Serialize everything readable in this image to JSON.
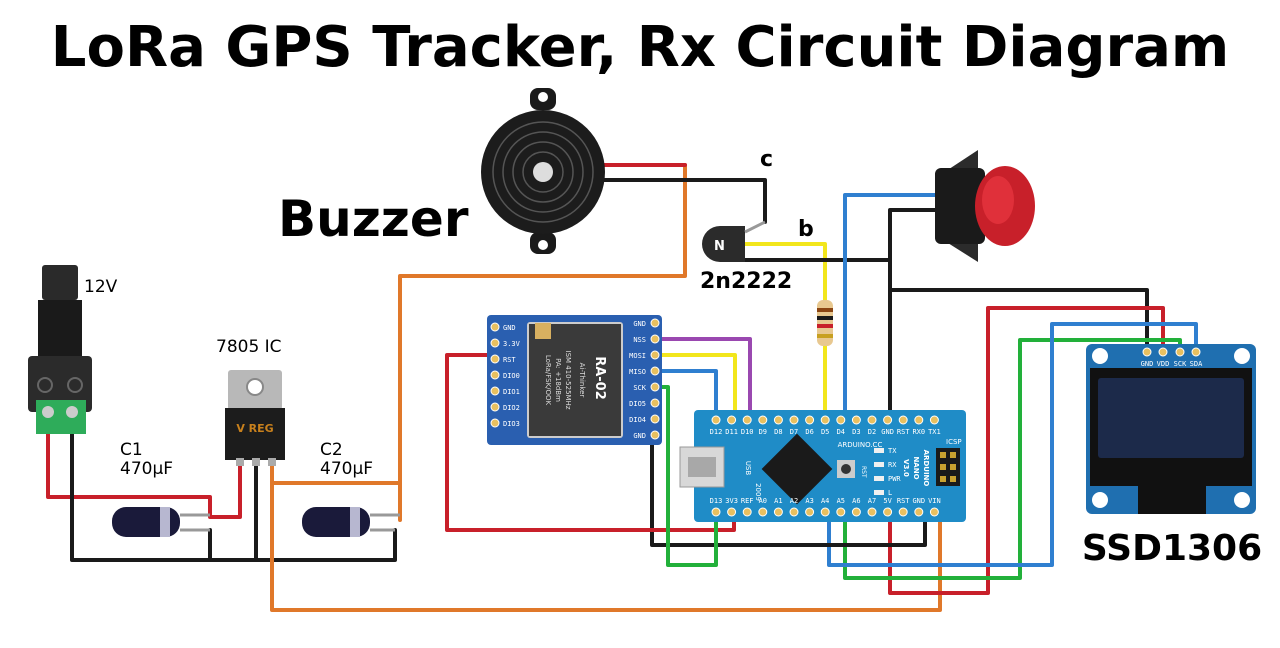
{
  "title": "LoRa GPS Tracker, Rx Circuit Diagram",
  "labels": {
    "buzzer": "Buzzer",
    "transistor": "2n2222",
    "collector": "c",
    "base": "b",
    "power": "12V",
    "regulator": "7805 IC",
    "regulator_marking": "V REG",
    "c1_name": "C1",
    "c1_value": "470µF",
    "c2_name": "C2",
    "c2_value": "470µF",
    "oled": "SSD1306"
  },
  "lora": {
    "name": "RA-02",
    "maker": "Ai-Thinker",
    "chip_line1": "ISM 410-525MHz",
    "chip_line2": "PA: +18dBm",
    "chip_line3": "LoRa/FSK/OOK",
    "left_pins": [
      "GND",
      "3.3V",
      "RST",
      "DIO0",
      "DIO1",
      "DIO2",
      "DIO3"
    ],
    "right_pins": [
      "GND",
      "NSS",
      "MOSI",
      "MISO",
      "SCK",
      "DIO5",
      "DIO4",
      "GND"
    ]
  },
  "nano": {
    "top_pins": [
      "D12",
      "D11",
      "D10",
      "D9",
      "D8",
      "D7",
      "D6",
      "D5",
      "D4",
      "D3",
      "D2",
      "GND",
      "RST",
      "RX0",
      "TX1"
    ],
    "bottom_pins": [
      "D13",
      "3V3",
      "REF",
      "A0",
      "A1",
      "A2",
      "A3",
      "A4",
      "A5",
      "A6",
      "A7",
      "5V",
      "RST",
      "GND",
      "VIN"
    ],
    "brand": "ARDUINO.CC",
    "model_line1": "ARDUINO",
    "model_line2": "NANO",
    "model_line3": "V3.0",
    "icsp": "ICSP",
    "usb": "USB",
    "year": "2009",
    "led_labels": [
      "TX",
      "RX",
      "PWR",
      "L"
    ],
    "rst_label": "RST"
  },
  "oled_pins": [
    "GND",
    "VDD",
    "SCK",
    "SDA"
  ],
  "colors": {
    "red": "#c8202a",
    "black": "#1a1a1a",
    "blue": "#2f7fd0",
    "green": "#22b03a",
    "yellow": "#f2e61c",
    "orange": "#e0782a",
    "purple": "#9a48b0",
    "board": "#1f8cc7",
    "lora_board": "#2a5fb0"
  }
}
